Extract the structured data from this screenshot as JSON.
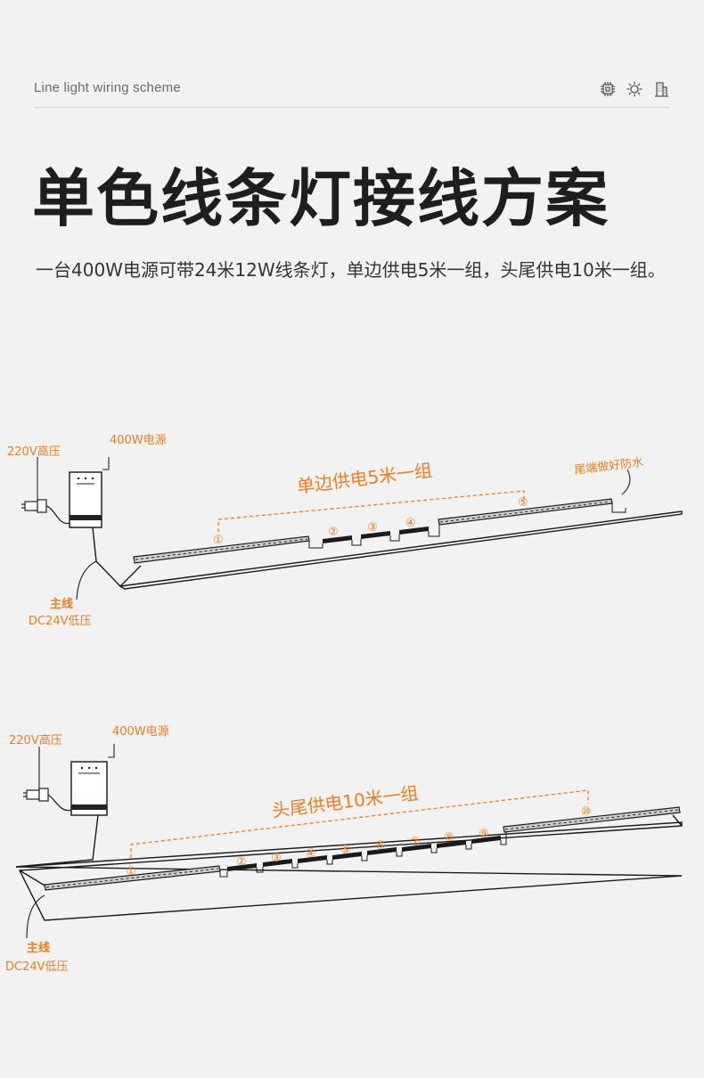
{
  "header": {
    "subtitle": "Line light wiring scheme",
    "icons": [
      "chip-icon",
      "sun-icon",
      "building-icon"
    ]
  },
  "title": "单色线条灯接线方案",
  "description": "一台400W电源可带24米12W线条灯，单边供电5米一组，头尾供电10米一组。",
  "colors": {
    "accent": "#ee7d1e",
    "text": "#1e1e1e",
    "wire": "#1a1a1a"
  },
  "diagrams": [
    {
      "high_voltage": "220V高压",
      "power_supply": "400W电源",
      "group_label": "单边供电5米一组",
      "tail_note": "尾端做好防水",
      "main_line": "主线",
      "low_voltage": "DC24V低压",
      "segments": [
        "①",
        "②",
        "③",
        "④",
        "⑤"
      ]
    },
    {
      "high_voltage": "220V高压",
      "power_supply": "400W电源",
      "group_label": "头尾供电10米一组",
      "main_line": "主线",
      "low_voltage": "DC24V低压",
      "segments": [
        "①",
        "②",
        "③",
        "④",
        "⑤",
        "⑥",
        "⑦",
        "⑧",
        "⑨",
        "⑩"
      ]
    }
  ]
}
